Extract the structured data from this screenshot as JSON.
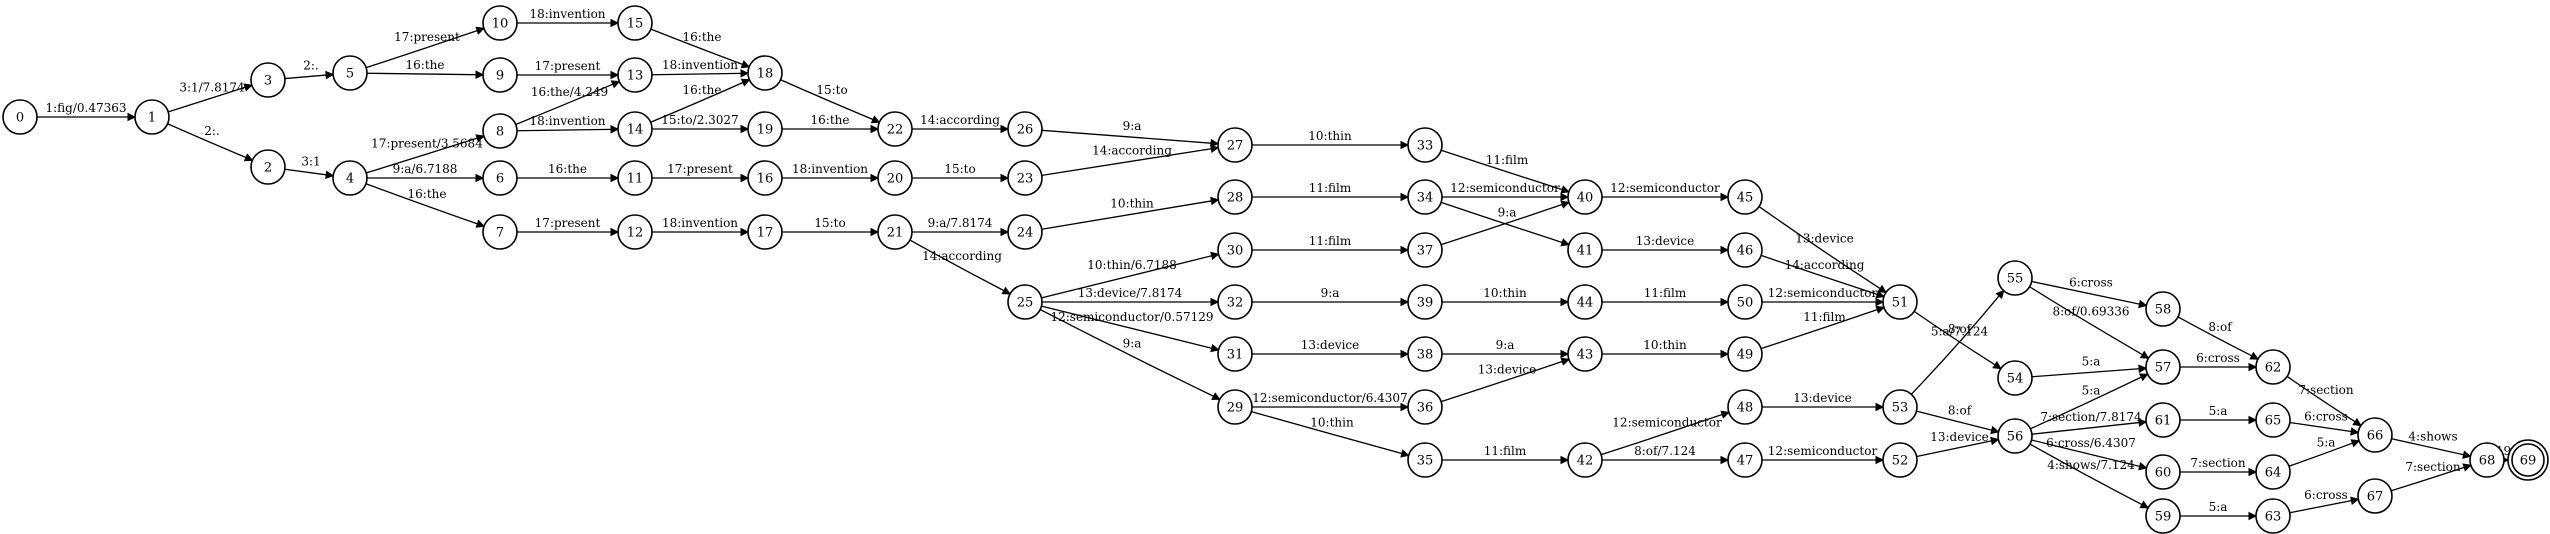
{
  "diagram": {
    "type": "weighted-finite-state-automaton",
    "start_state": "0",
    "final_state": "69",
    "states": [
      "0",
      "1",
      "2",
      "3",
      "4",
      "5",
      "6",
      "7",
      "8",
      "9",
      "10",
      "11",
      "12",
      "13",
      "14",
      "15",
      "16",
      "17",
      "18",
      "19",
      "20",
      "21",
      "22",
      "23",
      "24",
      "25",
      "26",
      "27",
      "28",
      "29",
      "30",
      "31",
      "32",
      "33",
      "34",
      "35",
      "36",
      "37",
      "38",
      "39",
      "40",
      "41",
      "42",
      "43",
      "44",
      "45",
      "46",
      "47",
      "48",
      "49",
      "50",
      "51",
      "52",
      "53",
      "54",
      "55",
      "56",
      "57",
      "58",
      "59",
      "60",
      "61",
      "62",
      "63",
      "64",
      "65",
      "66",
      "67",
      "68",
      "69"
    ],
    "transitions": [
      {
        "from": "0",
        "to": "1",
        "label": "1:fig/0.47363"
      },
      {
        "from": "1",
        "to": "3",
        "label": "3:1/7.8174"
      },
      {
        "from": "1",
        "to": "2",
        "label": "2:."
      },
      {
        "from": "3",
        "to": "5",
        "label": "2:."
      },
      {
        "from": "2",
        "to": "4",
        "label": "3:1"
      },
      {
        "from": "5",
        "to": "10",
        "label": "17:present"
      },
      {
        "from": "5",
        "to": "9",
        "label": "16:the"
      },
      {
        "from": "4",
        "to": "8",
        "label": "17:present/3.5684"
      },
      {
        "from": "4",
        "to": "6",
        "label": "9:a/6.7188"
      },
      {
        "from": "4",
        "to": "7",
        "label": "16:the"
      },
      {
        "from": "10",
        "to": "15",
        "label": "18:invention"
      },
      {
        "from": "9",
        "to": "13",
        "label": "17:present"
      },
      {
        "from": "8",
        "to": "13",
        "label": "16:the/4.249"
      },
      {
        "from": "8",
        "to": "14",
        "label": "18:invention"
      },
      {
        "from": "6",
        "to": "11",
        "label": "16:the"
      },
      {
        "from": "7",
        "to": "12",
        "label": "17:present"
      },
      {
        "from": "15",
        "to": "18",
        "label": "16:the"
      },
      {
        "from": "13",
        "to": "18",
        "label": "18:invention"
      },
      {
        "from": "14",
        "to": "18",
        "label": "16:the"
      },
      {
        "from": "14",
        "to": "19",
        "label": "15:to/2.3027"
      },
      {
        "from": "11",
        "to": "16",
        "label": "17:present"
      },
      {
        "from": "12",
        "to": "17",
        "label": "18:invention"
      },
      {
        "from": "18",
        "to": "22",
        "label": "15:to"
      },
      {
        "from": "19",
        "to": "22",
        "label": "16:the"
      },
      {
        "from": "16",
        "to": "20",
        "label": "18:invention"
      },
      {
        "from": "17",
        "to": "21",
        "label": "15:to"
      },
      {
        "from": "22",
        "to": "26",
        "label": "14:according"
      },
      {
        "from": "20",
        "to": "23",
        "label": "15:to"
      },
      {
        "from": "21",
        "to": "24",
        "label": "9:a/7.8174"
      },
      {
        "from": "21",
        "to": "25",
        "label": "14:according"
      },
      {
        "from": "26",
        "to": "27",
        "label": "9:a"
      },
      {
        "from": "23",
        "to": "27",
        "label": "14:according"
      },
      {
        "from": "24",
        "to": "28",
        "label": "10:thin"
      },
      {
        "from": "25",
        "to": "30",
        "label": "10:thin/6.7188"
      },
      {
        "from": "25",
        "to": "32",
        "label": "13:device/7.8174"
      },
      {
        "from": "25",
        "to": "31",
        "label": "12:semiconductor/0.57129"
      },
      {
        "from": "25",
        "to": "29",
        "label": "9:a"
      },
      {
        "from": "27",
        "to": "33",
        "label": "10:thin"
      },
      {
        "from": "28",
        "to": "34",
        "label": "11:film"
      },
      {
        "from": "30",
        "to": "37",
        "label": "11:film"
      },
      {
        "from": "32",
        "to": "39",
        "label": "9:a"
      },
      {
        "from": "31",
        "to": "38",
        "label": "13:device"
      },
      {
        "from": "29",
        "to": "36",
        "label": "12:semiconductor/6.4307"
      },
      {
        "from": "29",
        "to": "35",
        "label": "10:thin"
      },
      {
        "from": "33",
        "to": "40",
        "label": "11:film"
      },
      {
        "from": "34",
        "to": "40",
        "label": "12:semiconductor"
      },
      {
        "from": "34",
        "to": "41",
        "label": ""
      },
      {
        "from": "37",
        "to": "40",
        "label": "9:a"
      },
      {
        "from": "39",
        "to": "44",
        "label": "10:thin"
      },
      {
        "from": "38",
        "to": "43",
        "label": "9:a"
      },
      {
        "from": "36",
        "to": "43",
        "label": "13:device"
      },
      {
        "from": "35",
        "to": "42",
        "label": "11:film"
      },
      {
        "from": "40",
        "to": "45",
        "label": "12:semiconductor"
      },
      {
        "from": "41",
        "to": "46",
        "label": "13:device"
      },
      {
        "from": "44",
        "to": "50",
        "label": "11:film"
      },
      {
        "from": "43",
        "to": "49",
        "label": "10:thin"
      },
      {
        "from": "42",
        "to": "48",
        "label": "12:semiconductor"
      },
      {
        "from": "42",
        "to": "47",
        "label": "8:of/7.124"
      },
      {
        "from": "45",
        "to": "51",
        "label": "13:device"
      },
      {
        "from": "46",
        "to": "51",
        "label": "14:according"
      },
      {
        "from": "50",
        "to": "51",
        "label": "12:semiconductor"
      },
      {
        "from": "49",
        "to": "51",
        "label": "11:film"
      },
      {
        "from": "48",
        "to": "53",
        "label": "13:device"
      },
      {
        "from": "47",
        "to": "52",
        "label": "12:semiconductor"
      },
      {
        "from": "51",
        "to": "54",
        "label": "8:of"
      },
      {
        "from": "53",
        "to": "55",
        "label": "5:a/7.124"
      },
      {
        "from": "53",
        "to": "56",
        "label": "8:of"
      },
      {
        "from": "52",
        "to": "56",
        "label": "13:device"
      },
      {
        "from": "55",
        "to": "58",
        "label": "6:cross"
      },
      {
        "from": "55",
        "to": "57",
        "label": "8:of/0.69336"
      },
      {
        "from": "54",
        "to": "57",
        "label": "5:a"
      },
      {
        "from": "56",
        "to": "57",
        "label": "5:a"
      },
      {
        "from": "56",
        "to": "61",
        "label": "7:section/7.8174"
      },
      {
        "from": "56",
        "to": "60",
        "label": "6:cross/6.4307"
      },
      {
        "from": "56",
        "to": "59",
        "label": "4:shows/7.124"
      },
      {
        "from": "58",
        "to": "62",
        "label": "8:of"
      },
      {
        "from": "57",
        "to": "62",
        "label": "6:cross"
      },
      {
        "from": "61",
        "to": "65",
        "label": "5:a"
      },
      {
        "from": "60",
        "to": "64",
        "label": "7:section"
      },
      {
        "from": "59",
        "to": "63",
        "label": "5:a"
      },
      {
        "from": "62",
        "to": "66",
        "label": "7:section"
      },
      {
        "from": "65",
        "to": "66",
        "label": "6:cross"
      },
      {
        "from": "64",
        "to": "66",
        "label": "5:a"
      },
      {
        "from": "63",
        "to": "67",
        "label": "6:cross"
      },
      {
        "from": "66",
        "to": "68",
        "label": "4:shows"
      },
      {
        "from": "67",
        "to": "68",
        "label": "7:section"
      },
      {
        "from": "68",
        "to": "69",
        "label": "19:."
      }
    ]
  }
}
